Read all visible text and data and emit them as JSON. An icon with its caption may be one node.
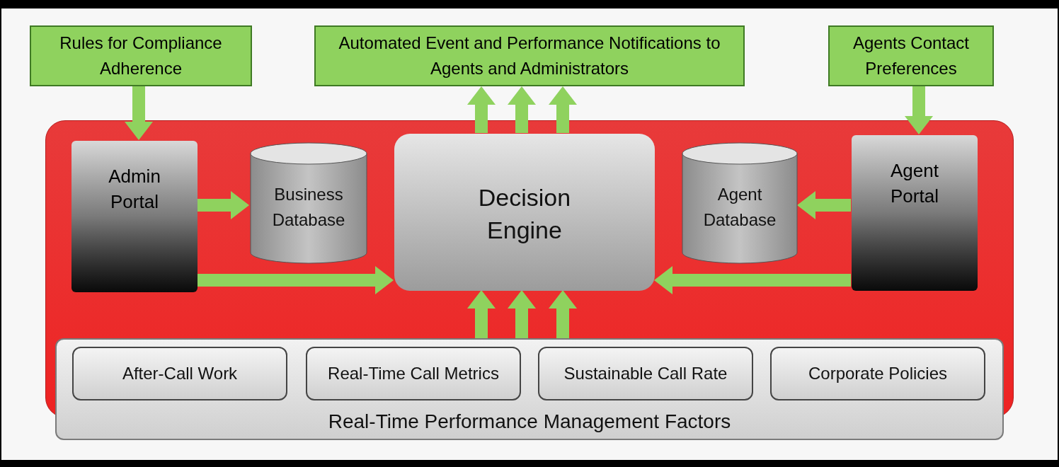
{
  "diagram": {
    "nodes": [
      {
        "text": [
          "Rules for Compliance Adherence"
        ]
      },
      {
        "text": [
          "Automated Event and Performance Notifications to Agents and Administrators"
        ]
      },
      {
        "text": [
          "Agents Contact Preferences"
        ]
      },
      {
        "text": [],
        "shape": "box"
      },
      {
        "text": [
          "Admin Portal"
        ],
        "in": 3
      },
      {
        "text": [],
        "shape": "cylinder",
        "in": 3
      },
      {
        "text": [
          "Decision Engine"
        ],
        "in": 3
      },
      {
        "text": [],
        "shape": "cylinder",
        "in": 3
      },
      {
        "text": [
          "Agent Portal"
        ],
        "in": 3
      },
      {
        "text": [
          "Real-Time Performance Management Factors"
        ]
      },
      {
        "text": [
          "After-Call Work"
        ]
      },
      {
        "text": [
          "Real-Time Call Metrics"
        ]
      },
      {
        "text": [
          "Sustainable Call Rate"
        ]
      },
      {
        "text": [
          "Corporate Policies"
        ]
      }
    ],
    "edges": [
      {
        "from": 0,
        "to": 4,
        "arrow": "to"
      },
      {
        "from": 6,
        "to": 1,
        "arrow": "to"
      },
      {
        "from": 6,
        "to": 1,
        "arrow": "to"
      },
      {
        "from": 6,
        "to": 1,
        "arrow": "to"
      },
      {
        "from": 2,
        "to": 8,
        "arrow": "to"
      },
      {
        "from": 4,
        "to": 5,
        "arrow": "to"
      },
      {
        "from": 4,
        "to": 6,
        "arrow": "to"
      },
      {
        "from": 8,
        "to": 7,
        "arrow": "to"
      },
      {
        "from": 8,
        "to": 6,
        "arrow": "to"
      },
      {
        "from": 9,
        "to": 6,
        "arrow": "to"
      },
      {
        "from": 9,
        "to": 6,
        "arrow": "to"
      },
      {
        "from": 9,
        "to": 6,
        "arrow": "to"
      }
    ],
    "labels": [
      "Business Database",
      "Agent Database"
    ]
  }
}
